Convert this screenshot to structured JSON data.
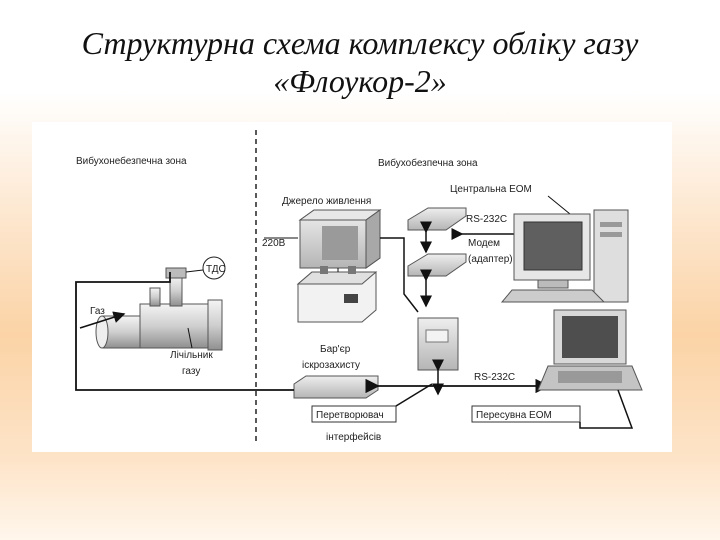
{
  "title": {
    "line1": "Структурна схема комплексу обліку газу",
    "line2": "«Флоукор-2»"
  },
  "diagram": {
    "zone_hazard": "Вибухонебезпечна зона",
    "zone_safe": "Вибухобезпечна зона",
    "power_source": "Джерело живлення",
    "voltage": "220В",
    "tds": "ТДС",
    "gas": "Газ",
    "meter_line1": "Лічільник",
    "meter_line2": "газу",
    "barrier_line1": "Бар'єр",
    "barrier_line2": "іскрозахисту",
    "rs232_top": "RS-232C",
    "modem_line1": "Модем",
    "modem_line2": "(адаптер)",
    "central_pc": "Центральна ЕОМ",
    "rs232_bottom": "RS-232C",
    "converter_line1": "Перетворювач",
    "converter_line2": "інтерфейсів",
    "mobile_pc": "Пересувна ЕОМ"
  }
}
